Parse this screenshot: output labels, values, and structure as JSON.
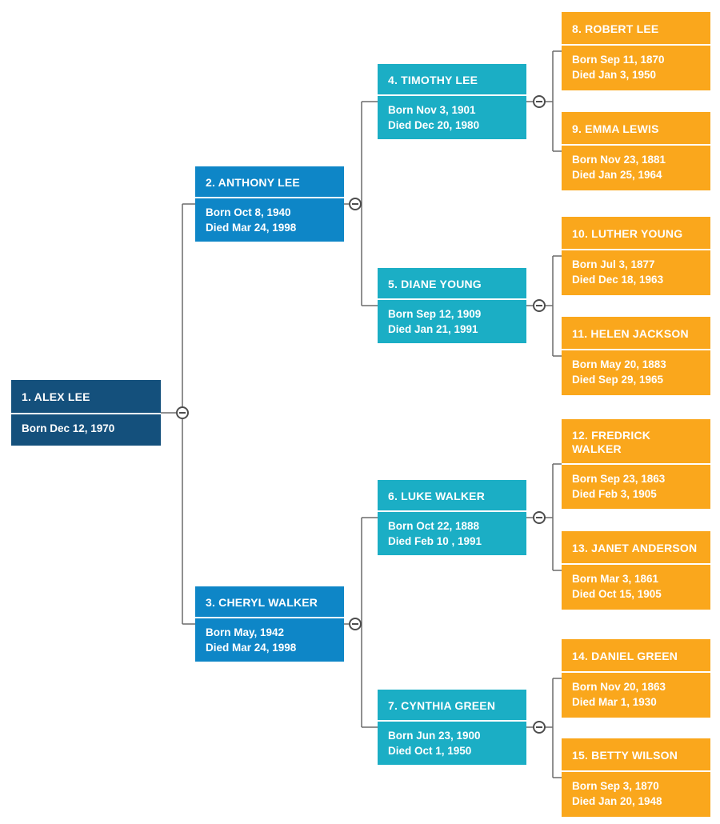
{
  "diagram": {
    "kind": "family-tree",
    "colors": {
      "root": "#14507C",
      "parents": "#0E86C7",
      "grandparents": "#1BAEC5",
      "great_grandparents": "#FAA71C",
      "connector": "#6B6B6B",
      "text": "#FFFFFF"
    },
    "icons": {
      "collapse": "minus-in-circle"
    }
  },
  "nodes": [
    {
      "id": 1,
      "label": "1. ALEX LEE",
      "born": "Born Dec 12, 1970",
      "died": "",
      "generation": "root"
    },
    {
      "id": 2,
      "label": "2. ANTHONY LEE",
      "born": "Born Oct 8, 1940",
      "died": "Died Mar 24, 1998",
      "generation": "parent"
    },
    {
      "id": 3,
      "label": "3. CHERYL WALKER",
      "born": "Born May, 1942",
      "died": "Died Mar 24, 1998",
      "generation": "parent"
    },
    {
      "id": 4,
      "label": "4. TIMOTHY LEE",
      "born": "Born Nov 3, 1901",
      "died": "Died Dec 20, 1980",
      "generation": "grandparent"
    },
    {
      "id": 5,
      "label": "5. DIANE YOUNG",
      "born": "Born Sep 12, 1909",
      "died": "Died Jan 21, 1991",
      "generation": "grandparent"
    },
    {
      "id": 6,
      "label": "6. LUKE WALKER",
      "born": "Born Oct 22, 1888",
      "died": "Died Feb 10 , 1991",
      "generation": "grandparent"
    },
    {
      "id": 7,
      "label": "7. CYNTHIA GREEN",
      "born": "Born Jun 23, 1900",
      "died": "Died Oct 1, 1950",
      "generation": "grandparent"
    },
    {
      "id": 8,
      "label": "8. ROBERT LEE",
      "born": "Born Sep 11, 1870",
      "died": "Died Jan 3, 1950",
      "generation": "great-grandparent"
    },
    {
      "id": 9,
      "label": "9. EMMA LEWIS",
      "born": "Born Nov 23, 1881",
      "died": "Died Jan 25, 1964",
      "generation": "great-grandparent"
    },
    {
      "id": 10,
      "label": "10. LUTHER YOUNG",
      "born": "Born Jul 3, 1877",
      "died": "Died Dec 18, 1963",
      "generation": "great-grandparent"
    },
    {
      "id": 11,
      "label": "11. HELEN JACKSON",
      "born": "Born May 20, 1883",
      "died": "Died Sep 29, 1965",
      "generation": "great-grandparent"
    },
    {
      "id": 12,
      "label": "12. FREDRICK WALKER",
      "born": "Born Sep 23, 1863",
      "died": "Died Feb 3, 1905",
      "generation": "great-grandparent"
    },
    {
      "id": 13,
      "label": "13. JANET ANDERSON",
      "born": "Born Mar 3, 1861",
      "died": "Died Oct 15, 1905",
      "generation": "great-grandparent"
    },
    {
      "id": 14,
      "label": "14. DANIEL GREEN",
      "born": "Born Nov 20, 1863",
      "died": "Died Mar 1, 1930",
      "generation": "great-grandparent"
    },
    {
      "id": 15,
      "label": "15. BETTY WILSON",
      "born": "Born Sep 3, 1870",
      "died": "Died Jan 20, 1948",
      "generation": "great-grandparent"
    }
  ]
}
